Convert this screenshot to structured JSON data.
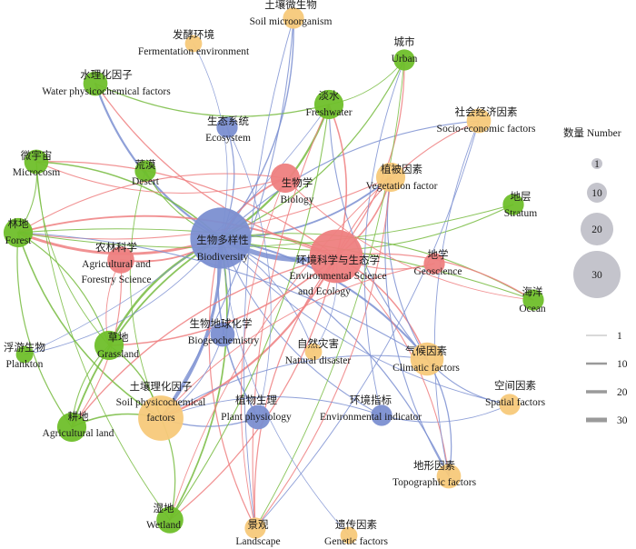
{
  "colors": {
    "blue": "#7b8fd1",
    "red": "#ee7f80",
    "green": "#77bb3f",
    "orange": "#f7c97a",
    "green_node": "#6fbf2a",
    "legend_grey": "#c4c4cc",
    "legend_line": "#9a9a9a"
  },
  "nodes": [
    {
      "id": "soilmicro",
      "zh": "土壤微生物",
      "en": "Soil microorganism",
      "weight": 2,
      "color": "orange"
    },
    {
      "id": "ferment",
      "zh": "发酵环境",
      "en": "Fermentation environment",
      "weight": 1,
      "color": "orange"
    },
    {
      "id": "urban",
      "zh": "城市",
      "en": "Urban",
      "weight": 2,
      "color": "green"
    },
    {
      "id": "water",
      "zh": "水理化因子",
      "en": "Water physicochemical factors",
      "weight": 3,
      "color": "green"
    },
    {
      "id": "freshwater",
      "zh": "淡水",
      "en": "Freshwater",
      "weight": 5,
      "color": "green"
    },
    {
      "id": "socio",
      "zh": "社会经济因素",
      "en": "Socio-economic factors",
      "weight": 3,
      "color": "orange"
    },
    {
      "id": "eco",
      "zh": "生态系统",
      "en": "Ecosystem",
      "weight": 2,
      "color": "blue"
    },
    {
      "id": "micro",
      "zh": "微宇宙",
      "en": "Microcosm",
      "weight": 3,
      "color": "green"
    },
    {
      "id": "desert",
      "zh": "荒漠",
      "en": "Desert",
      "weight": 2,
      "color": "green"
    },
    {
      "id": "biology",
      "zh": "生物学",
      "en": "Biology",
      "weight": 5,
      "color": "red"
    },
    {
      "id": "veg",
      "zh": "植被因素",
      "en": "Vegetation factor",
      "weight": 5,
      "color": "orange"
    },
    {
      "id": "stratum",
      "zh": "地层",
      "en": "Stratum",
      "weight": 2,
      "color": "green"
    },
    {
      "id": "forest",
      "zh": "林地",
      "en": "Forest",
      "weight": 5,
      "color": "green"
    },
    {
      "id": "agri",
      "zh": "农林科学",
      "en": "Agricultural and Forestry Science",
      "weight": 4,
      "color": "red"
    },
    {
      "id": "biodiv",
      "zh": "生物多样性",
      "en": "Biodiversity",
      "weight": 30,
      "color": "blue"
    },
    {
      "id": "envsci",
      "zh": "环境科学与生态学",
      "en": "Environmental Science and Ecology",
      "weight": 22,
      "color": "red"
    },
    {
      "id": "geosci",
      "zh": "地学",
      "en": "Geoscience",
      "weight": 2,
      "color": "red"
    },
    {
      "id": "ocean",
      "zh": "海洋",
      "en": "Ocean",
      "weight": 2,
      "color": "green"
    },
    {
      "id": "plankton",
      "zh": "浮游生物",
      "en": "Plankton",
      "weight": 1,
      "color": "green"
    },
    {
      "id": "biogeo",
      "zh": "生物地球化学",
      "en": "Biogeochemistry",
      "weight": 3,
      "color": "blue"
    },
    {
      "id": "grass",
      "zh": "草地",
      "en": "Grassland",
      "weight": 5,
      "color": "green"
    },
    {
      "id": "natdis",
      "zh": "自然灾害",
      "en": "Natural disaster",
      "weight": 1,
      "color": "orange"
    },
    {
      "id": "climate",
      "zh": "气候因素",
      "en": "Climatic factors",
      "weight": 7,
      "color": "orange"
    },
    {
      "id": "spatial",
      "zh": "空间因素",
      "en": "Spatial factors",
      "weight": 2,
      "color": "orange"
    },
    {
      "id": "soil",
      "zh": "土壤理化因子",
      "en": "Soil physicochemical factors",
      "weight": 15,
      "color": "orange"
    },
    {
      "id": "plantphys",
      "zh": "植物生理",
      "en": "Plant physiology",
      "weight": 3,
      "color": "blue"
    },
    {
      "id": "envind",
      "zh": "环境指标",
      "en": "Environmental indicator",
      "weight": 2,
      "color": "blue"
    },
    {
      "id": "farm",
      "zh": "耕地",
      "en": "Agricultural land",
      "weight": 5,
      "color": "green"
    },
    {
      "id": "topo",
      "zh": "地形因素",
      "en": "Topographic factors",
      "weight": 3,
      "color": "orange"
    },
    {
      "id": "wetland",
      "zh": "湿地",
      "en": "Wetland",
      "weight": 4,
      "color": "green"
    },
    {
      "id": "landscape",
      "zh": "景观",
      "en": "Landscape",
      "weight": 2,
      "color": "orange"
    },
    {
      "id": "genetic",
      "zh": "遗传因素",
      "en": "Genetic factors",
      "weight": 1,
      "color": "orange"
    }
  ],
  "edges": [
    {
      "s": "biodiv",
      "t": "envsci",
      "c": "blue",
      "w": 30
    },
    {
      "s": "biodiv",
      "t": "forest",
      "c": "red",
      "w": 14
    },
    {
      "s": "biodiv",
      "t": "grass",
      "c": "green",
      "w": 12
    },
    {
      "s": "biodiv",
      "t": "soil",
      "c": "blue",
      "w": 16
    },
    {
      "s": "biodiv",
      "t": "freshwater",
      "c": "green",
      "w": 10
    },
    {
      "s": "biodiv",
      "t": "water",
      "c": "blue",
      "w": 10
    },
    {
      "s": "biodiv",
      "t": "soilmicro",
      "c": "blue",
      "w": 5
    },
    {
      "s": "biodiv",
      "t": "biology",
      "c": "red",
      "w": 8
    },
    {
      "s": "biodiv",
      "t": "veg",
      "c": "blue",
      "w": 8
    },
    {
      "s": "biodiv",
      "t": "climate",
      "c": "blue",
      "w": 9
    },
    {
      "s": "biodiv",
      "t": "plantphys",
      "c": "blue",
      "w": 6
    },
    {
      "s": "biodiv",
      "t": "agri",
      "c": "red",
      "w": 8
    },
    {
      "s": "biodiv",
      "t": "farm",
      "c": "green",
      "w": 8
    },
    {
      "s": "biodiv",
      "t": "wetland",
      "c": "green",
      "w": 7
    },
    {
      "s": "biodiv",
      "t": "micro",
      "c": "green",
      "w": 6
    },
    {
      "s": "biodiv",
      "t": "desert",
      "c": "green",
      "w": 4
    },
    {
      "s": "biodiv",
      "t": "eco",
      "c": "blue",
      "w": 4
    },
    {
      "s": "biodiv",
      "t": "topo",
      "c": "blue",
      "w": 4
    },
    {
      "s": "biodiv",
      "t": "urban",
      "c": "green",
      "w": 4
    },
    {
      "s": "biodiv",
      "t": "ocean",
      "c": "green",
      "w": 3
    },
    {
      "s": "biodiv",
      "t": "landscape",
      "c": "red",
      "w": 4
    },
    {
      "s": "biodiv",
      "t": "biogeo",
      "c": "blue",
      "w": 4
    },
    {
      "s": "biodiv",
      "t": "envind",
      "c": "blue",
      "w": 3
    },
    {
      "s": "biodiv",
      "t": "socio",
      "c": "blue",
      "w": 3
    },
    {
      "s": "biodiv",
      "t": "stratum",
      "c": "green",
      "w": 3
    },
    {
      "s": "biodiv",
      "t": "plankton",
      "c": "blue",
      "w": 2
    },
    {
      "s": "biodiv",
      "t": "spatial",
      "c": "blue",
      "w": 2
    },
    {
      "s": "biodiv",
      "t": "natdis",
      "c": "blue",
      "w": 2
    },
    {
      "s": "envsci",
      "t": "forest",
      "c": "red",
      "w": 8
    },
    {
      "s": "envsci",
      "t": "soil",
      "c": "red",
      "w": 10
    },
    {
      "s": "envsci",
      "t": "freshwater",
      "c": "red",
      "w": 6
    },
    {
      "s": "envsci",
      "t": "grass",
      "c": "red",
      "w": 6
    },
    {
      "s": "envsci",
      "t": "veg",
      "c": "red",
      "w": 6
    },
    {
      "s": "envsci",
      "t": "climate",
      "c": "red",
      "w": 6
    },
    {
      "s": "envsci",
      "t": "farm",
      "c": "red",
      "w": 5
    },
    {
      "s": "envsci",
      "t": "wetland",
      "c": "red",
      "w": 4
    },
    {
      "s": "envsci",
      "t": "urban",
      "c": "red",
      "w": 4
    },
    {
      "s": "envsci",
      "t": "ocean",
      "c": "red",
      "w": 4
    },
    {
      "s": "envsci",
      "t": "micro",
      "c": "red",
      "w": 4
    },
    {
      "s": "envsci",
      "t": "water",
      "c": "red",
      "w": 4
    },
    {
      "s": "envsci",
      "t": "landscape",
      "c": "red",
      "w": 4
    },
    {
      "s": "envsci",
      "t": "socio",
      "c": "red",
      "w": 3
    },
    {
      "s": "envsci",
      "t": "geosci",
      "c": "red",
      "w": 3
    },
    {
      "s": "envsci",
      "t": "topo",
      "c": "red",
      "w": 3
    },
    {
      "s": "soil",
      "t": "farm",
      "c": "green",
      "w": 6
    },
    {
      "s": "soil",
      "t": "forest",
      "c": "green",
      "w": 6
    },
    {
      "s": "soil",
      "t": "grass",
      "c": "green",
      "w": 5
    },
    {
      "s": "soil",
      "t": "wetland",
      "c": "green",
      "w": 4
    },
    {
      "s": "soil",
      "t": "plantphys",
      "c": "blue",
      "w": 4
    },
    {
      "s": "forest",
      "t": "grass",
      "c": "green",
      "w": 4
    },
    {
      "s": "forest",
      "t": "farm",
      "c": "green",
      "w": 4
    },
    {
      "s": "forest",
      "t": "biology",
      "c": "red",
      "w": 3
    },
    {
      "s": "forest",
      "t": "veg",
      "c": "red",
      "w": 3
    },
    {
      "s": "forest",
      "t": "ocean",
      "c": "green",
      "w": 3
    },
    {
      "s": "forest",
      "t": "micro",
      "c": "green",
      "w": 3
    },
    {
      "s": "farm",
      "t": "grass",
      "c": "green",
      "w": 3
    },
    {
      "s": "farm",
      "t": "agri",
      "c": "red",
      "w": 3
    },
    {
      "s": "climate",
      "t": "topo",
      "c": "blue",
      "w": 4
    },
    {
      "s": "climate",
      "t": "spatial",
      "c": "blue",
      "w": 3
    },
    {
      "s": "climate",
      "t": "veg",
      "c": "blue",
      "w": 3
    },
    {
      "s": "climate",
      "t": "soil",
      "c": "blue",
      "w": 3
    },
    {
      "s": "climate",
      "t": "freshwater",
      "c": "blue",
      "w": 3
    },
    {
      "s": "climate",
      "t": "forest",
      "c": "blue",
      "w": 3
    },
    {
      "s": "freshwater",
      "t": "water",
      "c": "green",
      "w": 4
    },
    {
      "s": "freshwater",
      "t": "landscape",
      "c": "red",
      "w": 3
    },
    {
      "s": "freshwater",
      "t": "wetland",
      "c": "green",
      "w": 3
    },
    {
      "s": "freshwater",
      "t": "urban",
      "c": "green",
      "w": 2
    },
    {
      "s": "soilmicro",
      "t": "soil",
      "c": "blue",
      "w": 3
    },
    {
      "s": "soilmicro",
      "t": "landscape",
      "c": "blue",
      "w": 2
    },
    {
      "s": "ferment",
      "t": "biodiv",
      "c": "blue",
      "w": 1
    },
    {
      "s": "veg",
      "t": "topo",
      "c": "blue",
      "w": 3
    },
    {
      "s": "veg",
      "t": "landscape",
      "c": "red",
      "w": 3
    },
    {
      "s": "veg",
      "t": "wetland",
      "c": "red",
      "w": 2
    },
    {
      "s": "biology",
      "t": "micro",
      "c": "red",
      "w": 3
    },
    {
      "s": "biology",
      "t": "landscape",
      "c": "red",
      "w": 2
    },
    {
      "s": "urban",
      "t": "landscape",
      "c": "green",
      "w": 2
    },
    {
      "s": "urban",
      "t": "envind",
      "c": "blue",
      "w": 2
    },
    {
      "s": "socio",
      "t": "landscape",
      "c": "blue",
      "w": 2
    },
    {
      "s": "socio",
      "t": "topo",
      "c": "blue",
      "w": 2
    },
    {
      "s": "stratum",
      "t": "forest",
      "c": "green",
      "w": 2
    },
    {
      "s": "geosci",
      "t": "soil",
      "c": "red",
      "w": 2
    },
    {
      "s": "ocean",
      "t": "biology",
      "c": "red",
      "w": 2
    },
    {
      "s": "plankton",
      "t": "freshwater",
      "c": "blue",
      "w": 1
    },
    {
      "s": "genetic",
      "t": "biodiv",
      "c": "blue",
      "w": 1
    },
    {
      "s": "natdis",
      "t": "envsci",
      "c": "blue",
      "w": 1
    },
    {
      "s": "spatial",
      "t": "envind",
      "c": "blue",
      "w": 2
    },
    {
      "s": "envind",
      "t": "soil",
      "c": "blue",
      "w": 2
    },
    {
      "s": "wetland",
      "t": "micro",
      "c": "green",
      "w": 2
    },
    {
      "s": "desert",
      "t": "soil",
      "c": "green",
      "w": 2
    },
    {
      "s": "eco",
      "t": "plantphys",
      "c": "blue",
      "w": 1
    },
    {
      "s": "agri",
      "t": "grass",
      "c": "red",
      "w": 2
    },
    {
      "s": "biogeo",
      "t": "soil",
      "c": "blue",
      "w": 2
    },
    {
      "s": "micro",
      "t": "grass",
      "c": "green",
      "w": 2
    }
  ],
  "legend": {
    "title": "数量 Number",
    "circles": [
      "1",
      "10",
      "20",
      "30"
    ],
    "lines": [
      "1",
      "10",
      "20",
      "30"
    ]
  }
}
